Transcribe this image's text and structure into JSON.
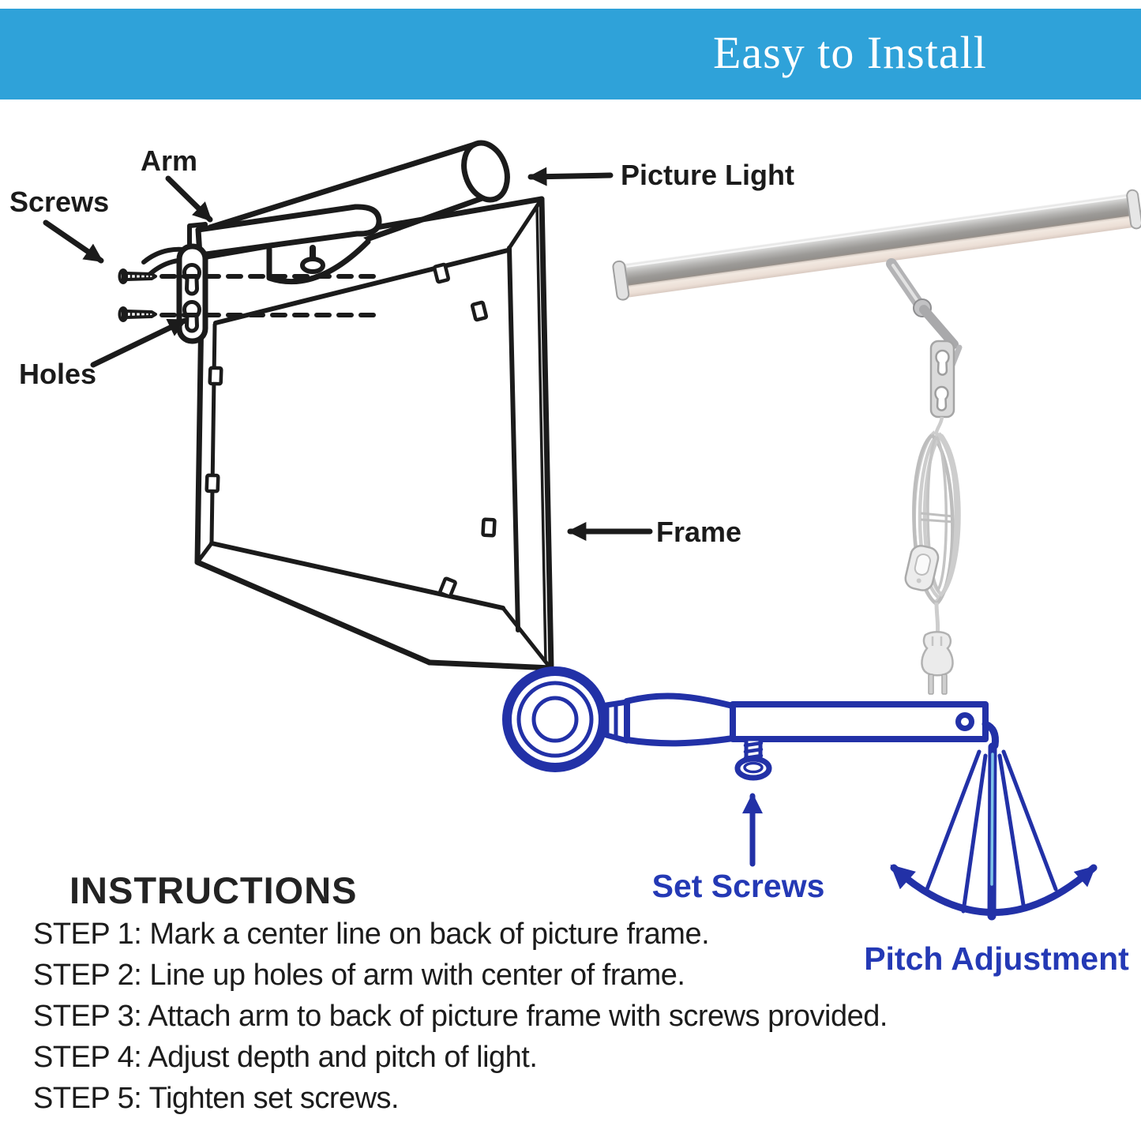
{
  "banner": {
    "title": "Easy to Install",
    "bg_color": "#2fa2d9",
    "text_color": "#ffffff"
  },
  "install_diagram": {
    "ink_color": "#1b1b1b",
    "labels": {
      "arm": "Arm",
      "screws": "Screws",
      "holes": "Holes",
      "picture_light": "Picture Light",
      "frame": "Frame"
    }
  },
  "adjustment_diagram": {
    "ink_color": "#2231a7",
    "label_color": "#2439b5",
    "labels": {
      "set_screws": "Set Screws",
      "pitch_adjustment": "Pitch Adjustment"
    }
  },
  "instructions": {
    "heading": "INSTRUCTIONS",
    "steps": [
      "STEP 1: Mark a center line on back of picture frame.",
      "STEP 2: Line up holes of arm with center of frame.",
      "STEP 3: Attach arm to back of picture frame with screws provided.",
      "STEP 4: Adjust depth and pitch of light.",
      "STEP 5: Tighten set screws."
    ]
  }
}
